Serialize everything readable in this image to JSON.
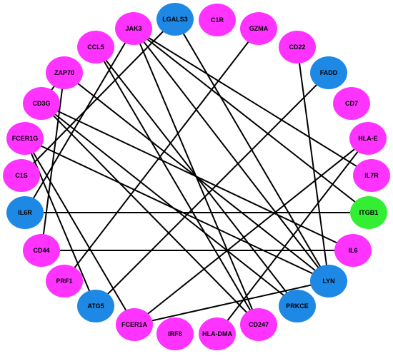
{
  "colors": {
    "magenta": "#ff33ff",
    "blue": "#1e88e5",
    "green": "#33ee33",
    "edge": "#000000",
    "background": "#ffffff"
  },
  "nodes": [
    {
      "id": "JAK3",
      "label": "JAK3",
      "color": "magenta"
    },
    {
      "id": "LGALS3",
      "label": "LGALS3",
      "color": "blue"
    },
    {
      "id": "C1R",
      "label": "C1R",
      "color": "magenta"
    },
    {
      "id": "GZMA",
      "label": "GZMA",
      "color": "magenta"
    },
    {
      "id": "CD22",
      "label": "CD22",
      "color": "magenta"
    },
    {
      "id": "FADD",
      "label": "FADD",
      "color": "blue"
    },
    {
      "id": "CD7",
      "label": "CD7",
      "color": "magenta"
    },
    {
      "id": "HLA-E",
      "label": "HLA-E",
      "color": "magenta"
    },
    {
      "id": "IL7R",
      "label": "IL7R",
      "color": "magenta"
    },
    {
      "id": "ITGB1",
      "label": "ITGB1",
      "color": "green"
    },
    {
      "id": "IL6",
      "label": "IL6",
      "color": "magenta"
    },
    {
      "id": "LYN",
      "label": "LYN",
      "color": "blue"
    },
    {
      "id": "PRKCE",
      "label": "PRKCE",
      "color": "blue"
    },
    {
      "id": "CD247",
      "label": "CD247",
      "color": "magenta"
    },
    {
      "id": "HLA-DMA",
      "label": "HLA-DMA",
      "color": "magenta"
    },
    {
      "id": "IRF8",
      "label": "IRF8",
      "color": "magenta"
    },
    {
      "id": "FCER1A",
      "label": "FCER1A",
      "color": "magenta"
    },
    {
      "id": "ATG5",
      "label": "ATG5",
      "color": "blue"
    },
    {
      "id": "PRF1",
      "label": "PRF1",
      "color": "magenta"
    },
    {
      "id": "CD44",
      "label": "CD44",
      "color": "magenta"
    },
    {
      "id": "IL6R",
      "label": "IL6R",
      "color": "blue"
    },
    {
      "id": "C1S",
      "label": "C1S",
      "color": "magenta"
    },
    {
      "id": "FCER1G",
      "label": "FCER1G",
      "color": "magenta"
    },
    {
      "id": "CD3G",
      "label": "CD3G",
      "color": "magenta"
    },
    {
      "id": "ZAP70",
      "label": "ZAP70",
      "color": "magenta"
    },
    {
      "id": "CCL5",
      "label": "CCL5",
      "color": "magenta"
    }
  ],
  "edges": [
    [
      "JAK3",
      "IL6R"
    ],
    [
      "JAK3",
      "IL7R"
    ],
    [
      "JAK3",
      "ITGB1"
    ],
    [
      "JAK3",
      "LYN"
    ],
    [
      "JAK3",
      "CD247"
    ],
    [
      "LGALS3",
      "C1S"
    ],
    [
      "LGALS3",
      "LYN"
    ],
    [
      "GZMA",
      "PRF1"
    ],
    [
      "CD22",
      "LYN"
    ],
    [
      "FADD",
      "ATG5"
    ],
    [
      "HLA-E",
      "FCER1A"
    ],
    [
      "HLA-E",
      "HLA-DMA"
    ],
    [
      "ITGB1",
      "IL6R"
    ],
    [
      "IL6",
      "CD44"
    ],
    [
      "IL6",
      "CD3G"
    ],
    [
      "LYN",
      "FCER1G"
    ],
    [
      "LYN",
      "ZAP70"
    ],
    [
      "LYN",
      "FCER1A"
    ],
    [
      "CCL5",
      "CD247"
    ],
    [
      "CD3G",
      "PRKCE"
    ],
    [
      "CD3G",
      "ZAP70"
    ],
    [
      "CD3G",
      "CD247"
    ],
    [
      "ZAP70",
      "CD44"
    ],
    [
      "FCER1G",
      "ATG5"
    ],
    [
      "FCER1G",
      "FCER1A"
    ],
    [
      "CCL5",
      "PRKCE"
    ]
  ]
}
